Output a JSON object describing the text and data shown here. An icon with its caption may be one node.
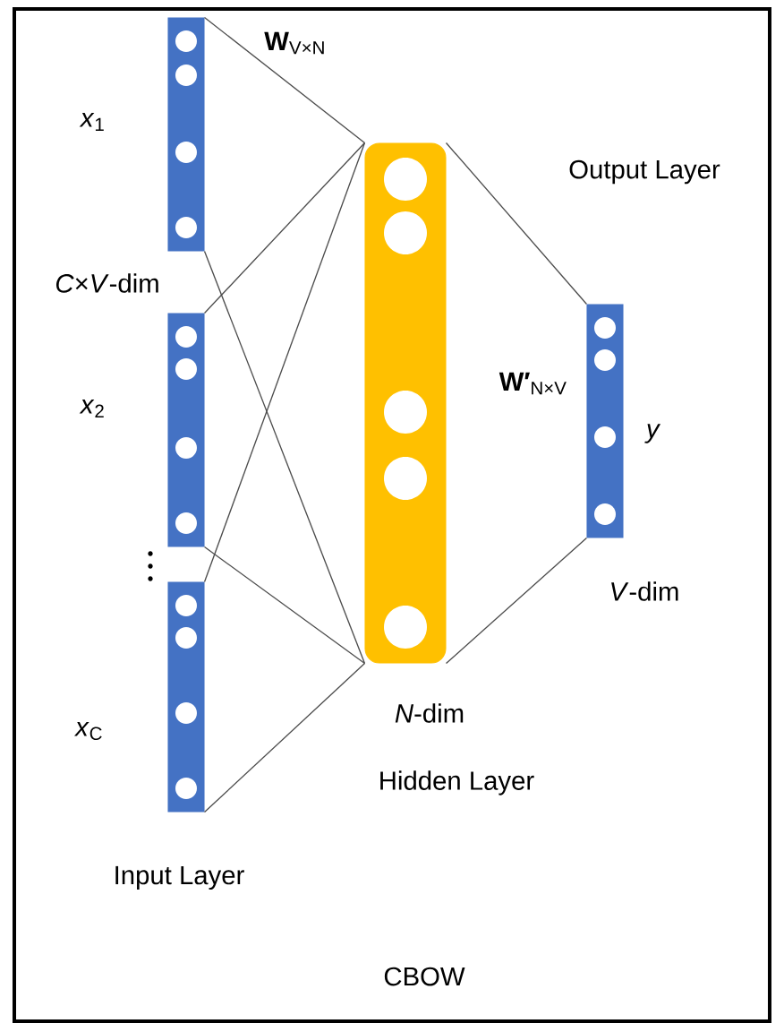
{
  "diagram": {
    "title": "CBOW",
    "nodes": [
      {
        "text": [],
        "shape": "bar",
        "beside": [
          "*x*$_{1}$"
        ]
      },
      {
        "text": [],
        "shape": "bar",
        "beside": [
          "*x*$_{2}$"
        ]
      },
      {
        "text": [],
        "shape": "bar",
        "beside": [
          "*x*$_{C}$"
        ]
      },
      {
        "text": [],
        "shape": "bar",
        "beside": [
          "*N*-dim",
          "Hidden Layer"
        ]
      },
      {
        "text": [],
        "shape": "bar",
        "beside": [
          "*y*",
          "*V*-dim"
        ]
      }
    ],
    "edges": [
      {
        "from": 0,
        "to": 3,
        "arrow": "none"
      },
      {
        "from": 0,
        "to": 3,
        "arrow": "none"
      },
      {
        "from": 1,
        "to": 3,
        "arrow": "none"
      },
      {
        "from": 1,
        "to": 3,
        "arrow": "none"
      },
      {
        "from": 2,
        "to": 3,
        "arrow": "none"
      },
      {
        "from": 2,
        "to": 3,
        "arrow": "none"
      },
      {
        "from": 3,
        "to": 4,
        "arrow": "none"
      },
      {
        "from": 3,
        "to": 4,
        "arrow": "none"
      }
    ],
    "labels": [
      "**W**$_{V×N}$",
      "*C*×*V*-dim",
      "Output Layer",
      "**W′**$_{N×V}$",
      "Input Layer"
    ]
  }
}
